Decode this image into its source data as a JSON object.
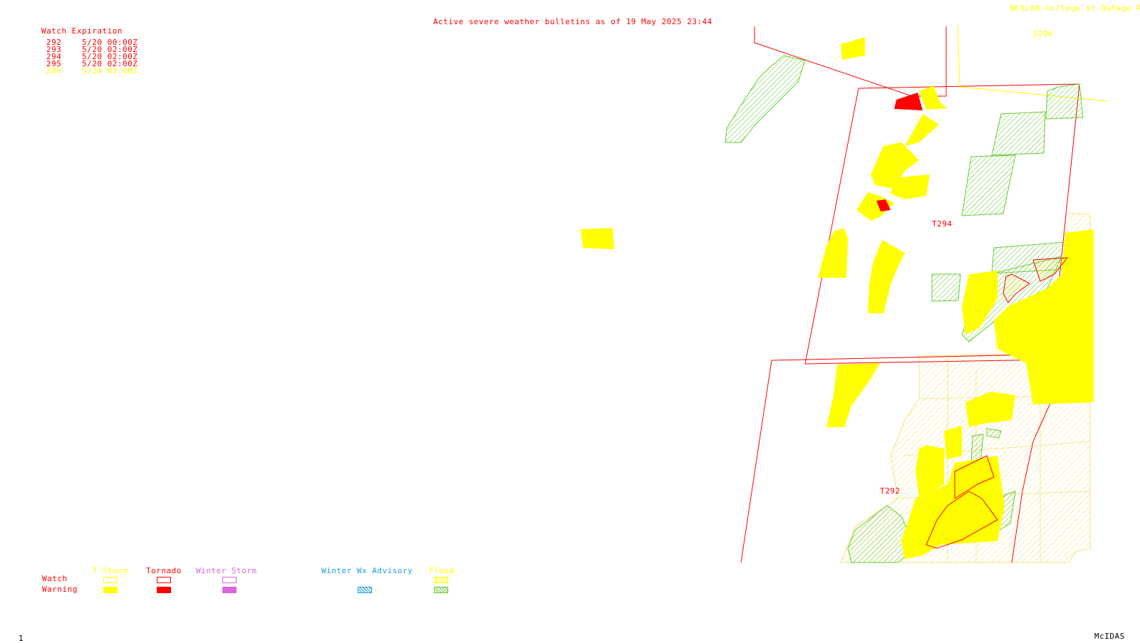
{
  "header": {
    "bulletin": "Active severe weather bulletins as of 19 May 2025 23:44",
    "credit": "NEXLAB-College of DuPage R"
  },
  "expiration": {
    "title": "Watch Expiration",
    "rows": [
      {
        "id": "292",
        "time": "5/20 00:00Z",
        "color": "#ff0000"
      },
      {
        "id": "293",
        "time": "5/20 02:00Z",
        "color": "#ff0000"
      },
      {
        "id": "294",
        "time": "5/20 02:00Z",
        "color": "#ff0000"
      },
      {
        "id": "295",
        "time": "5/20 02:00Z",
        "color": "#ff0000"
      },
      {
        "id": "296",
        "time": "5/20 03:00Z",
        "color": "#ffff00"
      }
    ]
  },
  "map_labels": {
    "t294": "T294",
    "t292": "T292",
    "s296": "S296"
  },
  "legend": {
    "row_watch": "Watch",
    "row_warning": "Warning",
    "categories": [
      {
        "label": "T-Storm",
        "color": "#ffff00"
      },
      {
        "label": "Tornado",
        "color": "#ff0000"
      },
      {
        "label": "Winter Storm",
        "color": "#dd66dd"
      },
      {
        "label": "Winter Wx Advisory",
        "color": "#1aa0e8"
      },
      {
        "label": "Flood",
        "color": "#ffff00"
      }
    ]
  },
  "footer": {
    "frame": "1",
    "software": "McIDAS"
  }
}
